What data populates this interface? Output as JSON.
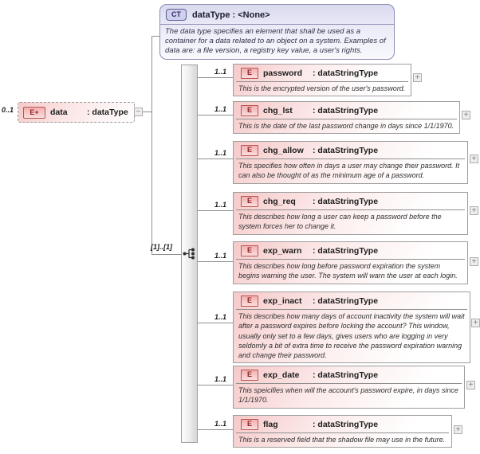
{
  "colors": {
    "element_accent": "#f6c9c9",
    "element_badge_border": "#b85454",
    "complex_type_accent": "#dadaf0",
    "connector_gray": "#8f8f8f"
  },
  "complex_type": {
    "badge": "CT",
    "title": "dataType : <None>",
    "annotation": "The data type specifies an element that shall be used as a container for a data related to an object on a system. Examples of data are: a file version, a registry key value, a user's rights."
  },
  "root_element": {
    "cardinality": "0..1",
    "badge": "E+",
    "name": "data",
    "type": ": dataType",
    "collapse_glyph": "−"
  },
  "sequence": {
    "occurrence": "[1]..[1]",
    "icon": "sequence-icon"
  },
  "elements": [
    {
      "cardinality": "1..1",
      "badge": "E",
      "name": "password",
      "type": ": dataStringType",
      "annotation": "This is the encrypted version of the user's password.",
      "expand_glyph": "+"
    },
    {
      "cardinality": "1..1",
      "badge": "E",
      "name": "chg_lst",
      "type": ": dataStringType",
      "annotation": "This is the date of the last password change in days since 1/1/1970.",
      "expand_glyph": "+"
    },
    {
      "cardinality": "1..1",
      "badge": "E",
      "name": "chg_allow",
      "type": ": dataStringType",
      "annotation": "This specifies how often in days a user may change their password.  It can also be thought of as the minimum age of a password.",
      "expand_glyph": "+"
    },
    {
      "cardinality": "1..1",
      "badge": "E",
      "name": "chg_req",
      "type": ": dataStringType",
      "annotation": "This describes how long a user can keep a password before the system forces her to change it.",
      "expand_glyph": "+"
    },
    {
      "cardinality": "1..1",
      "badge": "E",
      "name": "exp_warn",
      "type": ": dataStringType",
      "annotation": "This describes how long before password expiration the system begins warning the user.  The system will warn the user at each login.",
      "expand_glyph": "+"
    },
    {
      "cardinality": "1..1",
      "badge": "E",
      "name": "exp_inact",
      "type": ": dataStringType",
      "annotation": "This describes how many days of account inactivity the system will wait after a password expires before locking the account? This window, usually only set to a few days, gives users who are logging in very seldomly a bit of extra time to receive the password expiration warning and change their password.",
      "expand_glyph": "+"
    },
    {
      "cardinality": "1..1",
      "badge": "E",
      "name": "exp_date",
      "type": ": dataStringType",
      "annotation": "This speicifies when will the account's password expire, in days since 1/1/1970.",
      "expand_glyph": "+"
    },
    {
      "cardinality": "1..1",
      "badge": "E",
      "name": "flag",
      "type": ": dataStringType",
      "annotation": "This is a reserved field that the shadow file may use in the future.",
      "expand_glyph": "+"
    }
  ]
}
